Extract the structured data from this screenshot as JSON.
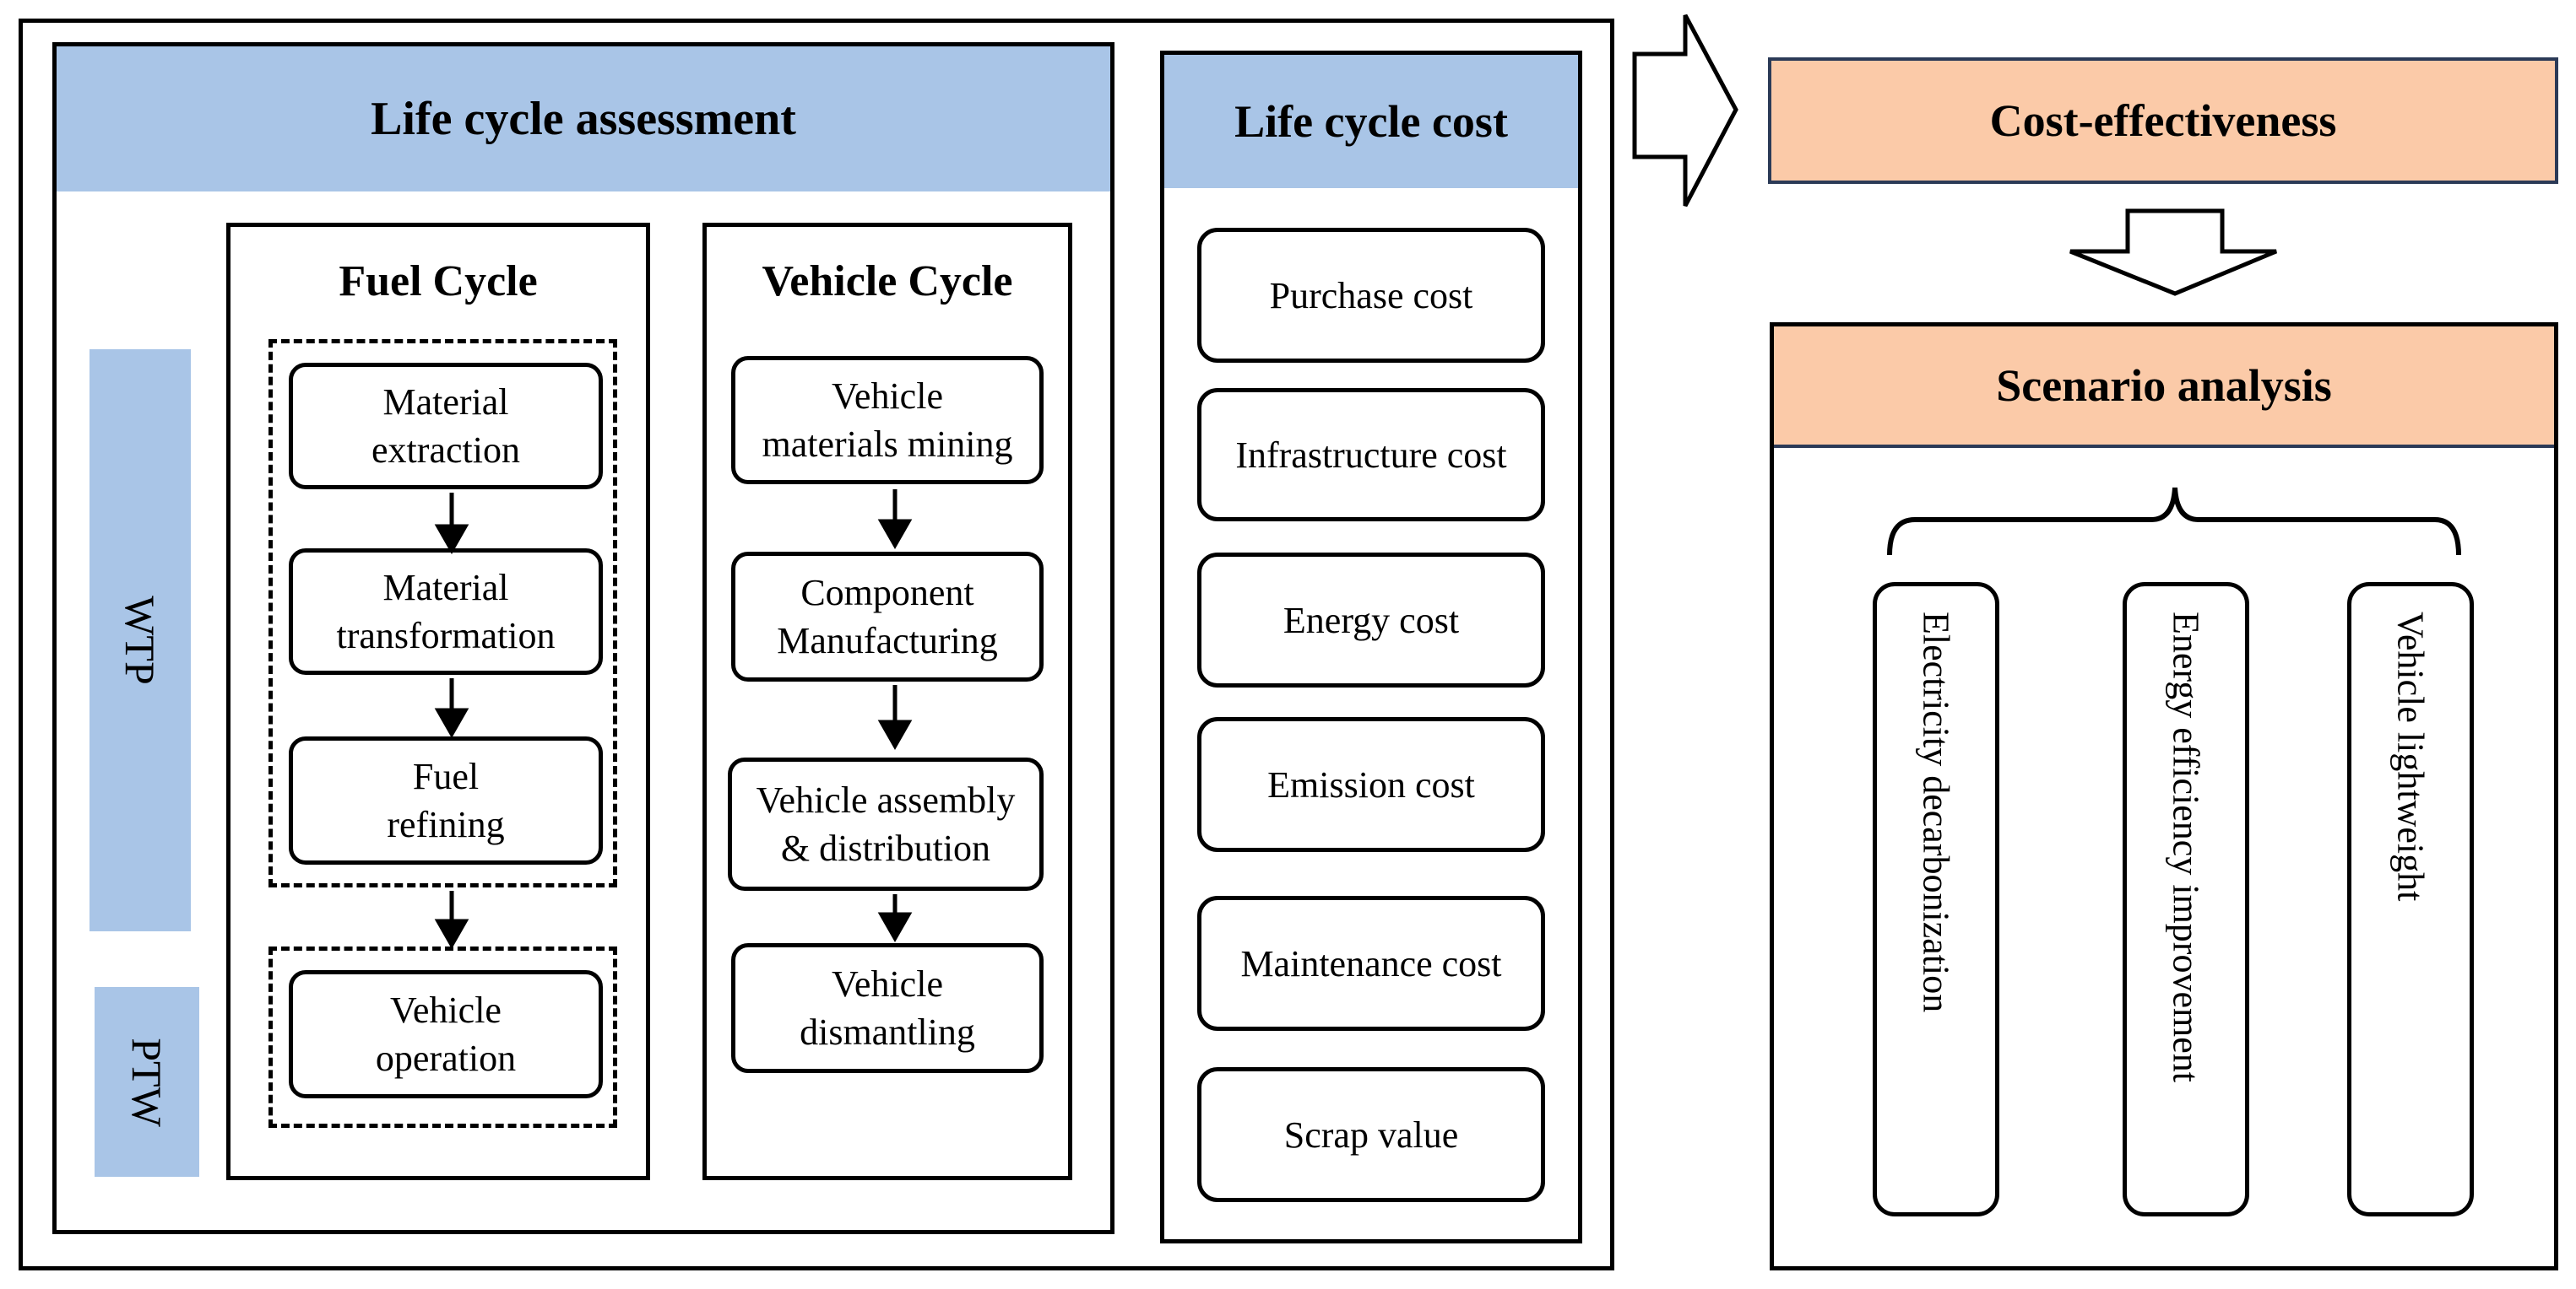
{
  "lca": {
    "title": "Life cycle assessment",
    "wtp_label": "WTP",
    "ptw_label": "PTW",
    "fuel_cycle": {
      "title": "Fuel Cycle",
      "steps": [
        "Material\nextraction",
        "Material\ntransformation",
        "Fuel\nrefining",
        "Vehicle\noperation"
      ]
    },
    "vehicle_cycle": {
      "title": "Vehicle Cycle",
      "steps": [
        "Vehicle\nmaterials mining",
        "Component\nManufacturing",
        "Vehicle assembly\n& distribution",
        "Vehicle\ndismantling"
      ]
    }
  },
  "lcc": {
    "title": "Life cycle cost",
    "items": [
      "Purchase cost",
      "Infrastructure cost",
      "Energy cost",
      "Emission cost",
      "Maintenance cost",
      "Scrap value"
    ]
  },
  "cost_effectiveness": {
    "title": "Cost-effectiveness"
  },
  "scenario_analysis": {
    "title": "Scenario analysis",
    "scenarios": [
      "Electricity decarbonization",
      "Energy efficiency improvement",
      "Vehicle lightweight"
    ]
  },
  "colors": {
    "lca_blue": "#a9c5e7",
    "scenario_orange": "#fbcaa8",
    "orange_border": "#2b3a57"
  }
}
